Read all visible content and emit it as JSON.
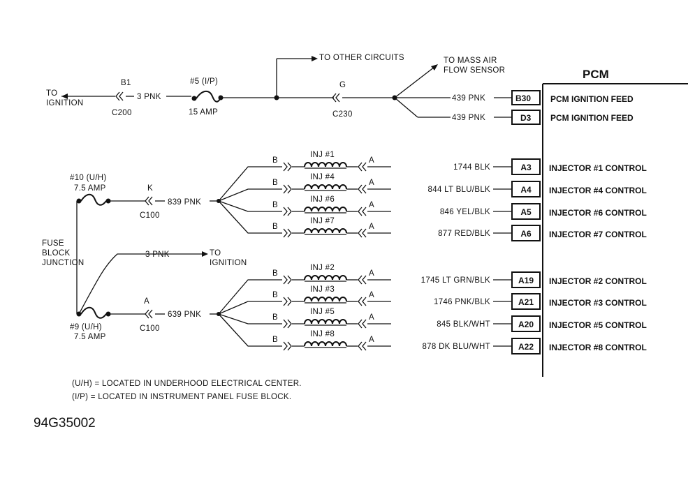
{
  "pcm": {
    "title": "PCM",
    "feeds": [
      {
        "pin": "B30",
        "function": "PCM IGNITION FEED",
        "wire": "439 PNK"
      },
      {
        "pin": "D3",
        "function": "PCM IGNITION FEED",
        "wire": "439 PNK"
      }
    ],
    "injectors": [
      {
        "pin": "A3",
        "function": "INJECTOR #1 CONTROL",
        "wire": "1744 BLK",
        "inj": "INJ #1"
      },
      {
        "pin": "A4",
        "function": "INJECTOR #4 CONTROL",
        "wire": "844 LT BLU/BLK",
        "inj": "INJ #4"
      },
      {
        "pin": "A5",
        "function": "INJECTOR #6 CONTROL",
        "wire": "846 YEL/BLK",
        "inj": "INJ #6"
      },
      {
        "pin": "A6",
        "function": "INJECTOR #7 CONTROL",
        "wire": "877 RED/BLK",
        "inj": "INJ #7"
      },
      {
        "pin": "A19",
        "function": "INJECTOR #2 CONTROL",
        "wire": "1745 LT GRN/BLK",
        "inj": "INJ #2"
      },
      {
        "pin": "A21",
        "function": "INJECTOR #3 CONTROL",
        "wire": "1746 PNK/BLK",
        "inj": "INJ #3"
      },
      {
        "pin": "A20",
        "function": "INJECTOR #5 CONTROL",
        "wire": "845 BLK/WHT",
        "inj": "INJ #5"
      },
      {
        "pin": "A22",
        "function": "INJECTOR #8 CONTROL",
        "wire": "878 DK BLU/WHT",
        "inj": "INJ #8"
      }
    ]
  },
  "ignition_circuit": {
    "to_ignition": "TO\nIGNITION",
    "b1": "B1",
    "c200": "C200",
    "wire": "3 PNK",
    "fuse": "#5 (I/P)",
    "fuse_amp": "15 AMP",
    "other": "TO OTHER CIRCUITS",
    "g": "G",
    "c230": "C230",
    "maf": "TO MASS AIR\nFLOW SENSOR"
  },
  "fuse_block": {
    "label": "FUSE\nBLOCK\nJUNCTION",
    "fuse10": "#10 (U/H)",
    "fuse10_amp": "7.5 AMP",
    "fuse9": "#9 (U/H)",
    "fuse9_amp": "7.5 AMP",
    "k": "K",
    "c100_top": "C100",
    "wire839": "839 PNK",
    "three_pnk": "3 PNK",
    "to_ign": "TO\nIGNITION",
    "a": "A",
    "c100_bot": "C100",
    "wire639": "639 PNK"
  },
  "pin_letters": {
    "b": "B",
    "a": "A"
  },
  "notes": [
    "(U/H) = LOCATED IN UNDERHOOD ELECTRICAL CENTER.",
    "(I/P) = LOCATED IN INSTRUMENT PANEL FUSE BLOCK."
  ],
  "figure_code": "94G35002"
}
